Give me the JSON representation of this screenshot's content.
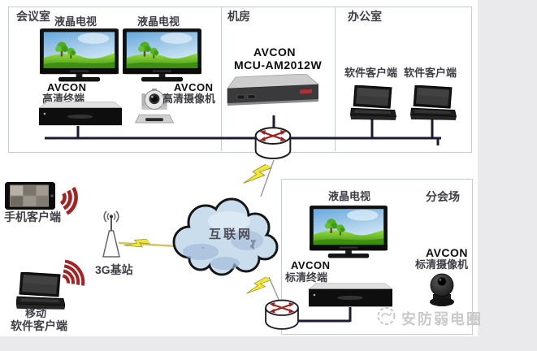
{
  "top": {
    "conference": {
      "label": "会议室",
      "tv1_label": "液晶电视",
      "tv2_label": "液晶电视",
      "terminal_brand": "AVCON",
      "terminal_label": "高清终端",
      "camera_brand": "AVCON",
      "camera_label": "高清摄像机"
    },
    "server_room": {
      "label": "机房",
      "mcu_brand": "AVCON",
      "mcu_model": "MCU-AM2012W"
    },
    "office": {
      "label": "办公室",
      "client1_label": "软件客户端",
      "client2_label": "软件客户端"
    }
  },
  "mobile": {
    "phone_label": "手机客户端",
    "station_label": "3G基站",
    "laptop_label_top": "移动",
    "laptop_label_bottom": "软件客户端"
  },
  "cloud": {
    "label": "互联网"
  },
  "branch": {
    "label": "分会场",
    "tv_label": "液晶电视",
    "terminal_brand": "AVCON",
    "terminal_label": "标清终端",
    "camera_brand": "AVCON",
    "camera_label": "标清摄像机"
  },
  "watermark": {
    "label": "安防弱电圈"
  },
  "colors": {
    "wifi_red": "#a62222",
    "line_navy": "#1b1b33",
    "bolt_yellow": "#f4e635",
    "cloud_fill": "#cadded",
    "bg_strip": "#eaeaec"
  }
}
